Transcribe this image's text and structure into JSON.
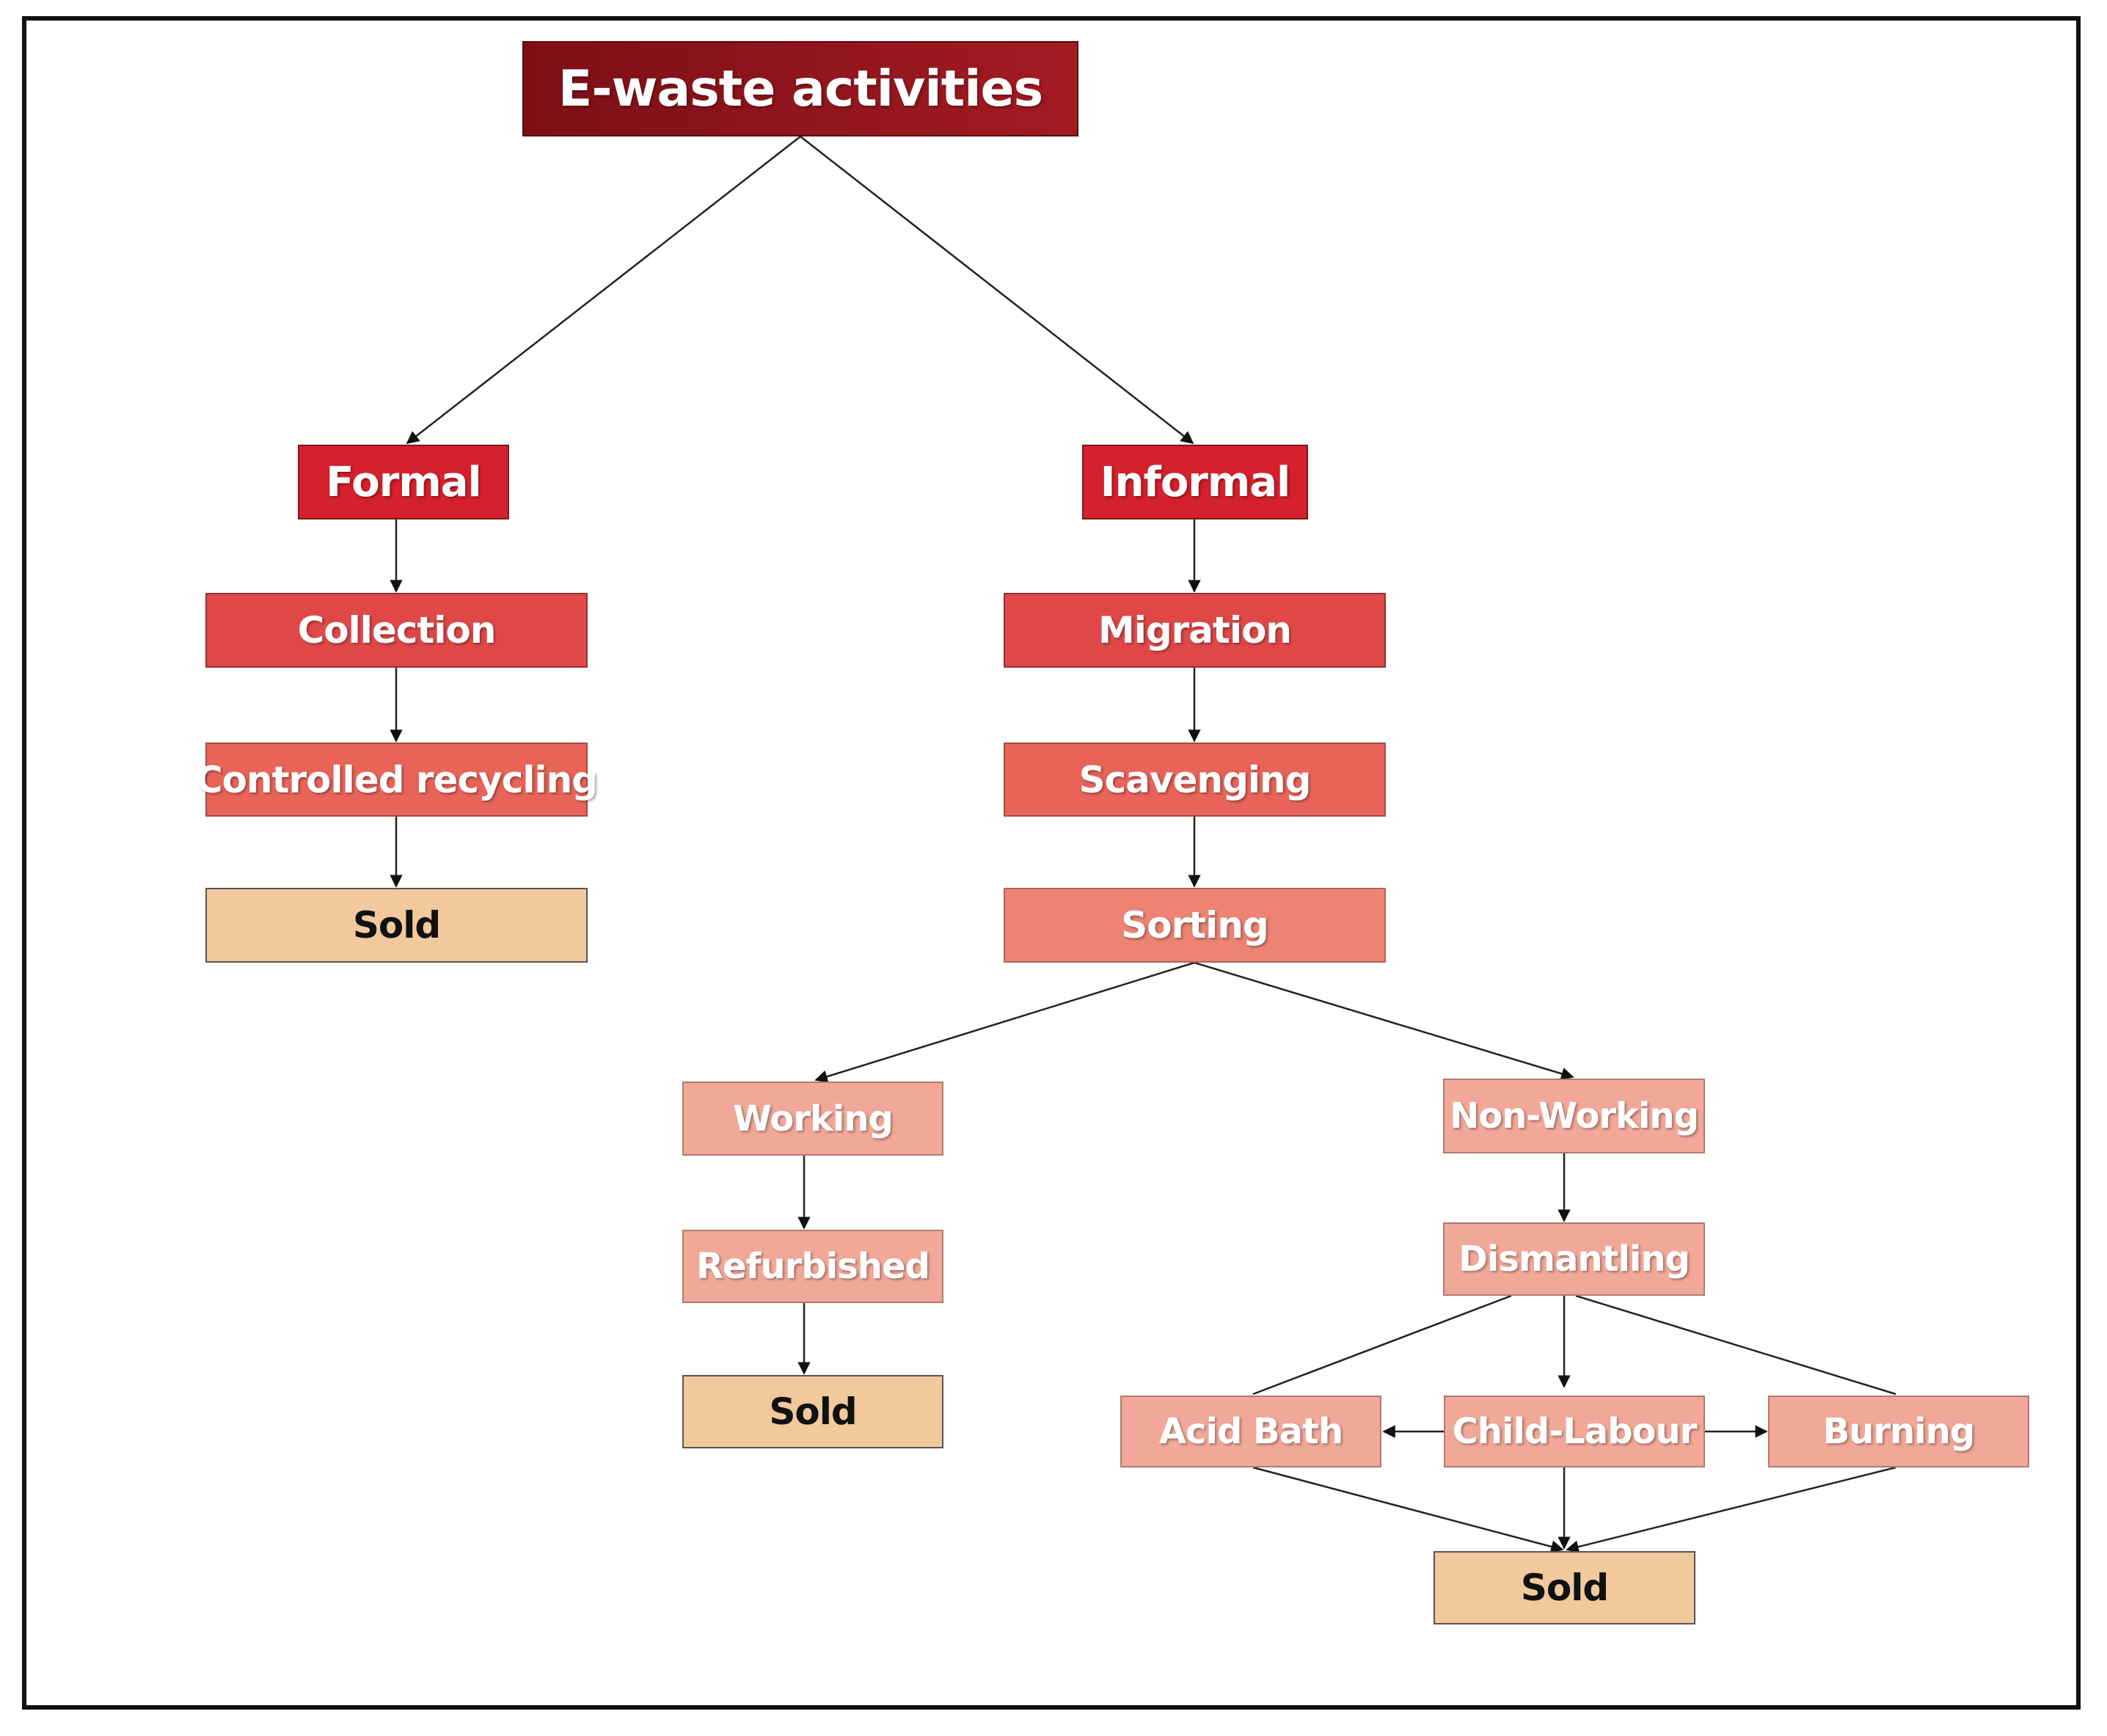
{
  "diagram": {
    "root": "E-waste activities",
    "formal": {
      "label": "Formal",
      "collection": "Collection",
      "controlled_recycling": "Controlled recycling",
      "sold": "Sold"
    },
    "informal": {
      "label": "Informal",
      "migration": "Migration",
      "scavenging": "Scavenging",
      "sorting": "Sorting",
      "working": "Working",
      "refurbished": "Refurbished",
      "sold_working": "Sold",
      "non_working": "Non-Working",
      "dismantling": "Dismantling",
      "acid_bath": "Acid Bath",
      "child_labour": "Child-Labour",
      "burning": "Burning",
      "sold_final": "Sold"
    },
    "colors": {
      "root": "#a31b22",
      "level1": "#d5202d",
      "collection_migration": "#e04848",
      "recycling_scavenging": "#e86458",
      "sorting": "#ec8373",
      "lower_steps": "#f2a898",
      "sold": "#f1c99d"
    }
  }
}
